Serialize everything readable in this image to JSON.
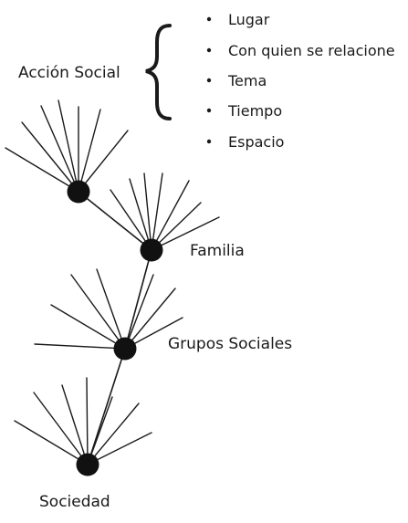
{
  "labels": {
    "accion_social": "Acción Social",
    "familia": "Familia",
    "grupos_sociales": "Grupos Sociales",
    "sociedad": "Sociedad"
  },
  "accion_social_items": [
    "Lugar",
    "Con quien se relacione",
    "Tema",
    "Tiempo",
    "Espacio"
  ],
  "colors": {
    "ink": "#111111"
  }
}
